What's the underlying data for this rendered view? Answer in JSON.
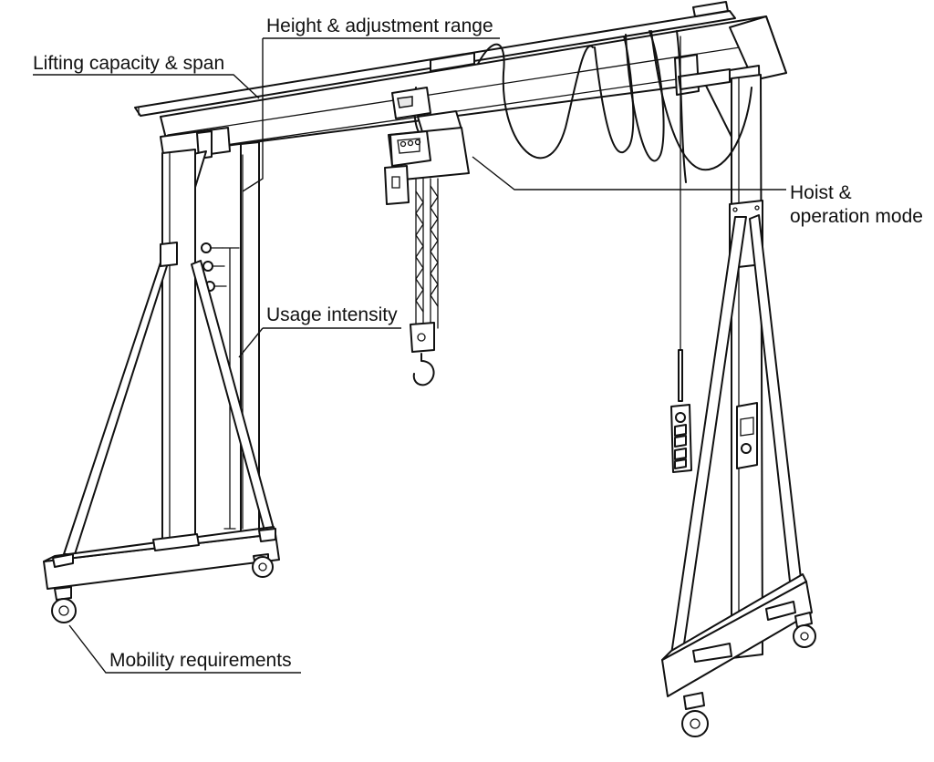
{
  "callouts": {
    "height_adjustment": "Height & adjustment range",
    "lifting_capacity": "Lifting capacity & span",
    "hoist_line1": "Hoist &",
    "hoist_line2": "operation mode",
    "usage_intensity": "Usage intensity",
    "mobility": "Mobility requirements"
  },
  "colors": {
    "ink": "#111111",
    "background": "#ffffff",
    "shade": "#e9e9e9"
  },
  "icons": [
    "gantry-crane-illustration",
    "electric-chain-hoist-icon",
    "pendant-control-icon",
    "caster-wheel-icon",
    "hook-icon"
  ]
}
